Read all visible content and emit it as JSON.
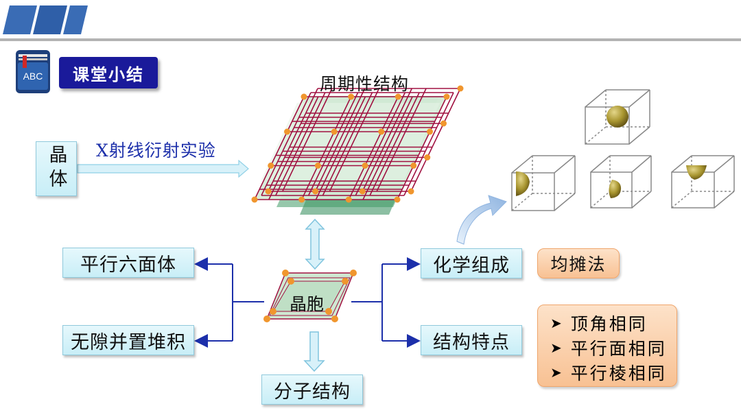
{
  "header": {
    "icon_label": "ABC",
    "section_title": "课堂小结"
  },
  "diagram": {
    "crystal_label": "晶体",
    "xray_label": "X射线衍射实验",
    "periodic_label": "周期性结构",
    "unit_cell_label": "晶胞",
    "parallelepiped_label": "平行六面体",
    "stacking_label": "无隙并置堆积",
    "composition_label": "化学组成",
    "averaging_label": "均摊法",
    "features_label": "结构特点",
    "features_list": [
      "顶角相同",
      "平行面相同",
      "平行棱相同"
    ],
    "molecular_label": "分子结构"
  },
  "colors": {
    "header_bar": "#2f5fa8",
    "title_bg": "#1a1a9a",
    "line_blue": "#1c2faa",
    "box_blue": "#cdeff8",
    "box_orange": "#f9c79b",
    "lattice_red": "#a01040",
    "lattice_green": "#2e8a57",
    "node_orange": "#f0962e",
    "sphere_olive": "#9a8a2e"
  }
}
